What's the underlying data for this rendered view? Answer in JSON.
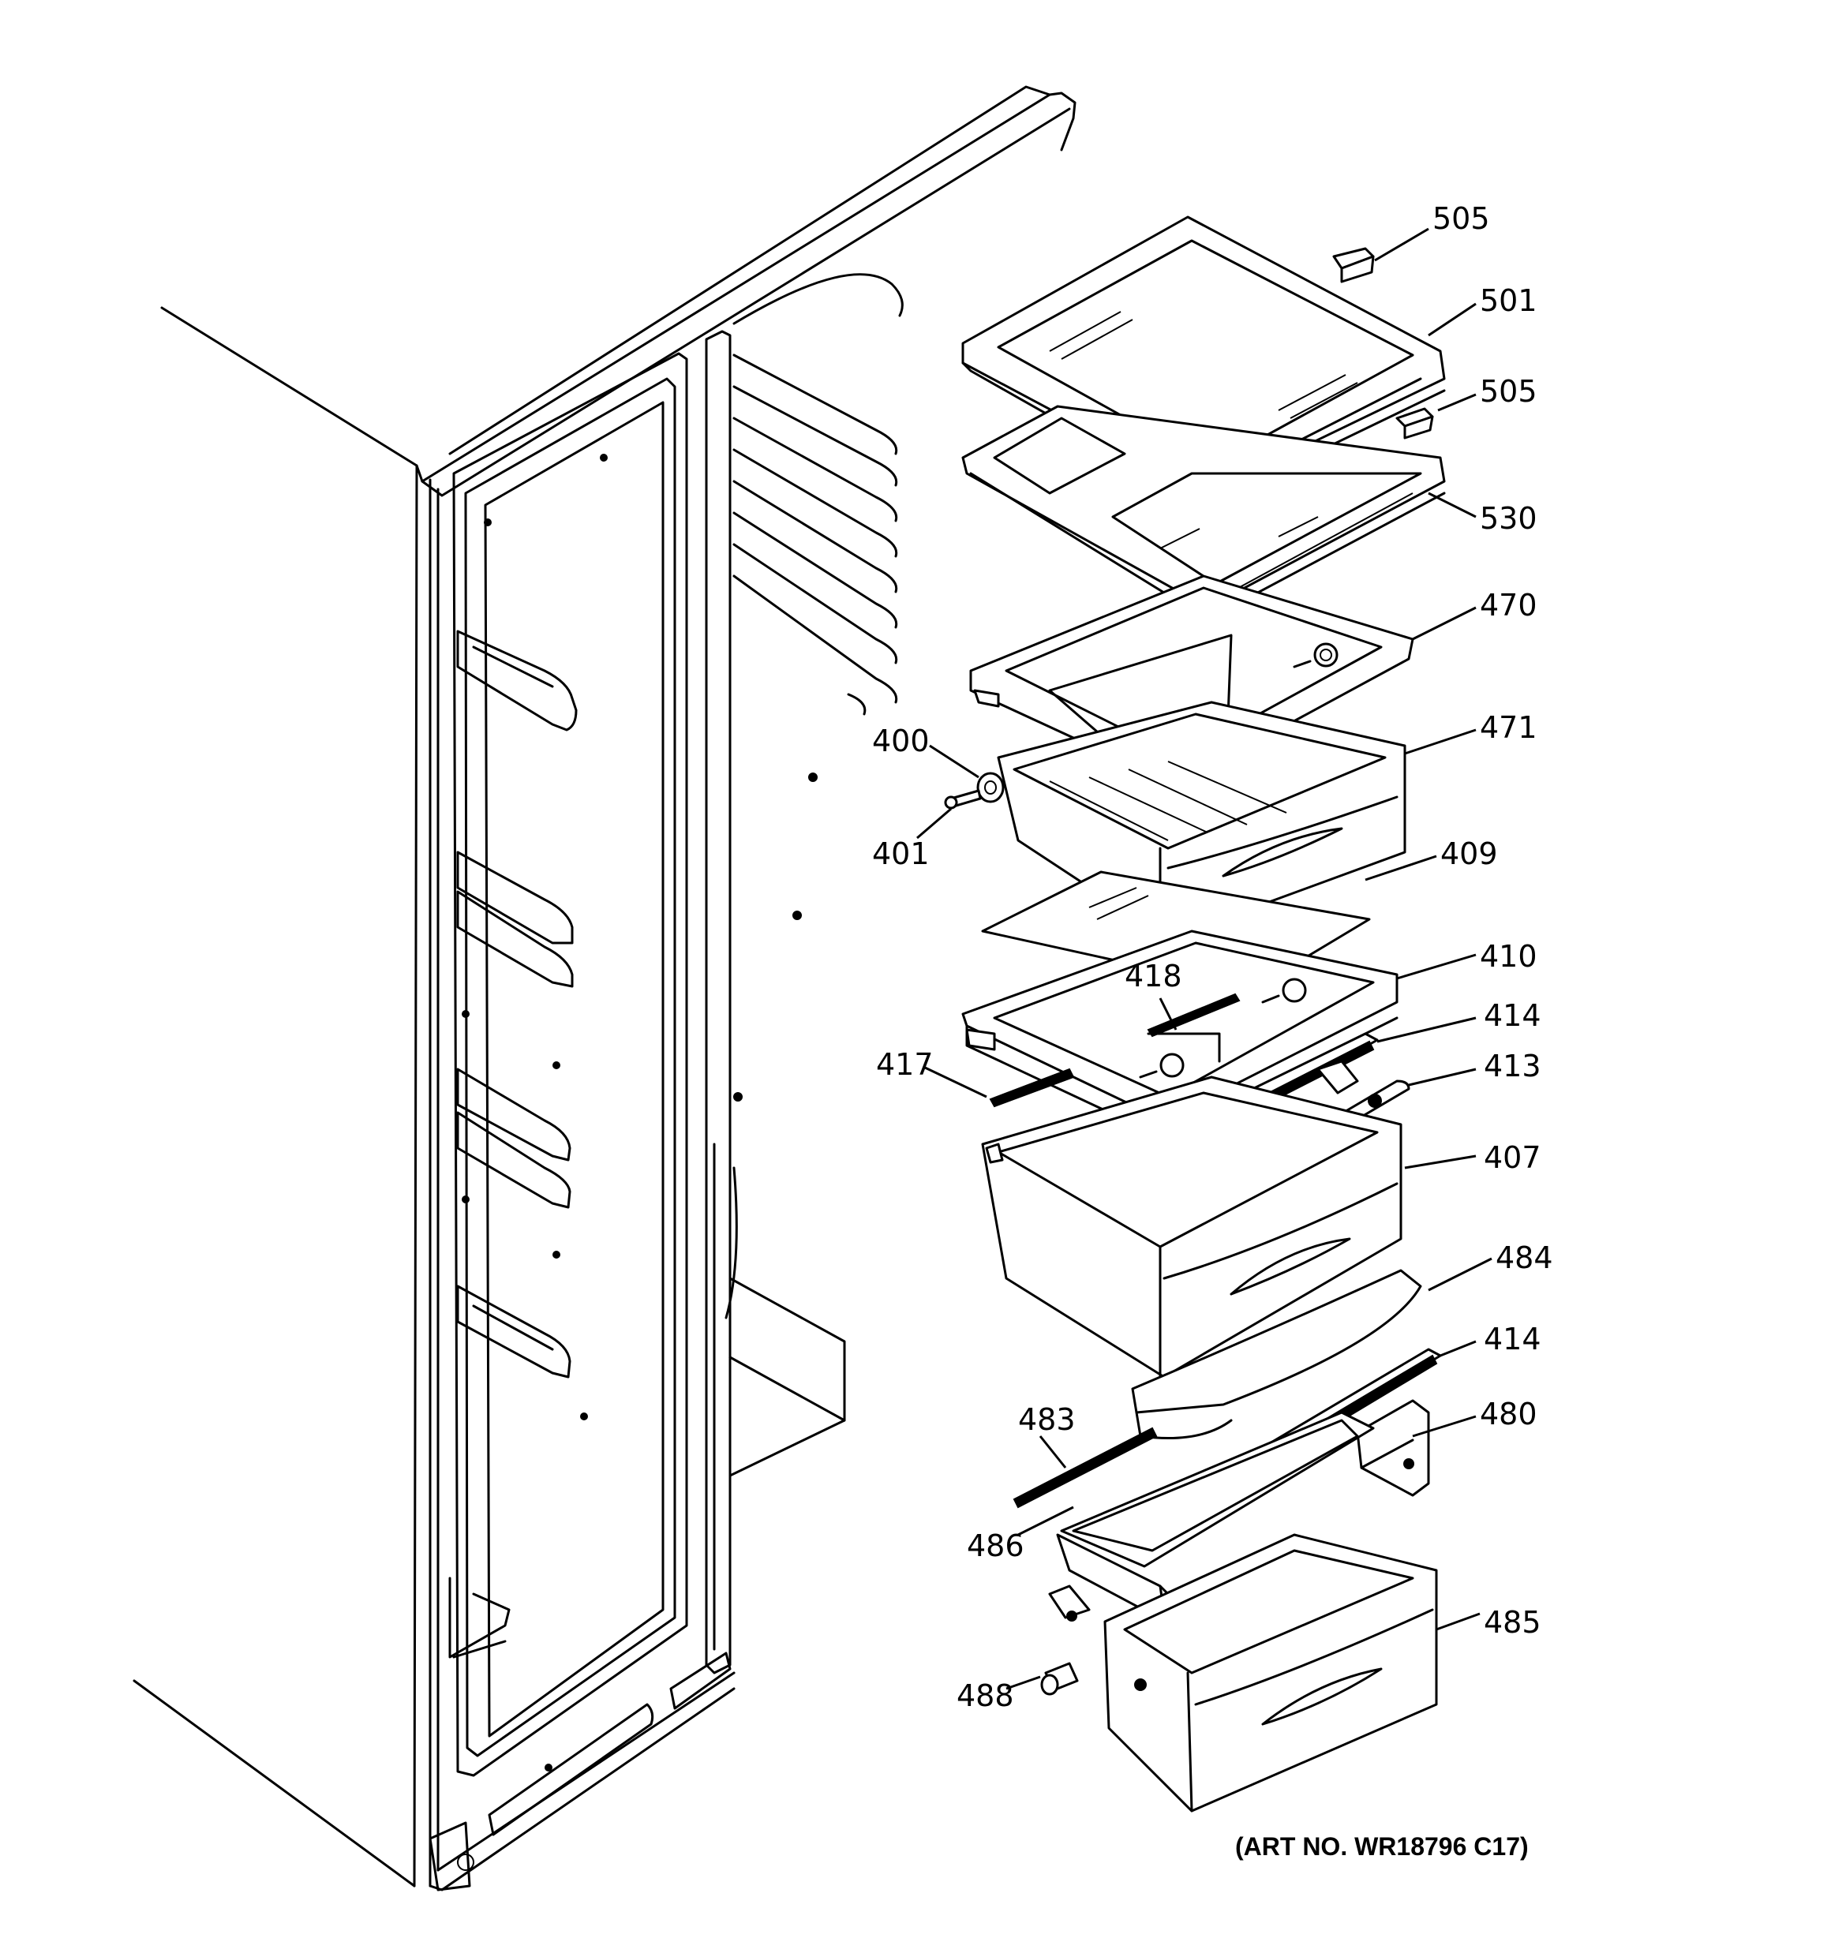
{
  "callouts": {
    "c505a": "505",
    "c501": "501",
    "c505b": "505",
    "c530": "530",
    "c470": "470",
    "c400": "400",
    "c471": "471",
    "c401": "401",
    "c409": "409",
    "c418": "418",
    "c410": "410",
    "c414a": "414",
    "c417": "417",
    "c413": "413",
    "c407": "407",
    "c484": "484",
    "c414b": "414",
    "c483": "483",
    "c480": "480",
    "c486": "486",
    "c485": "485",
    "c488": "488"
  },
  "art_number": "(ART NO. WR18796 C17)"
}
